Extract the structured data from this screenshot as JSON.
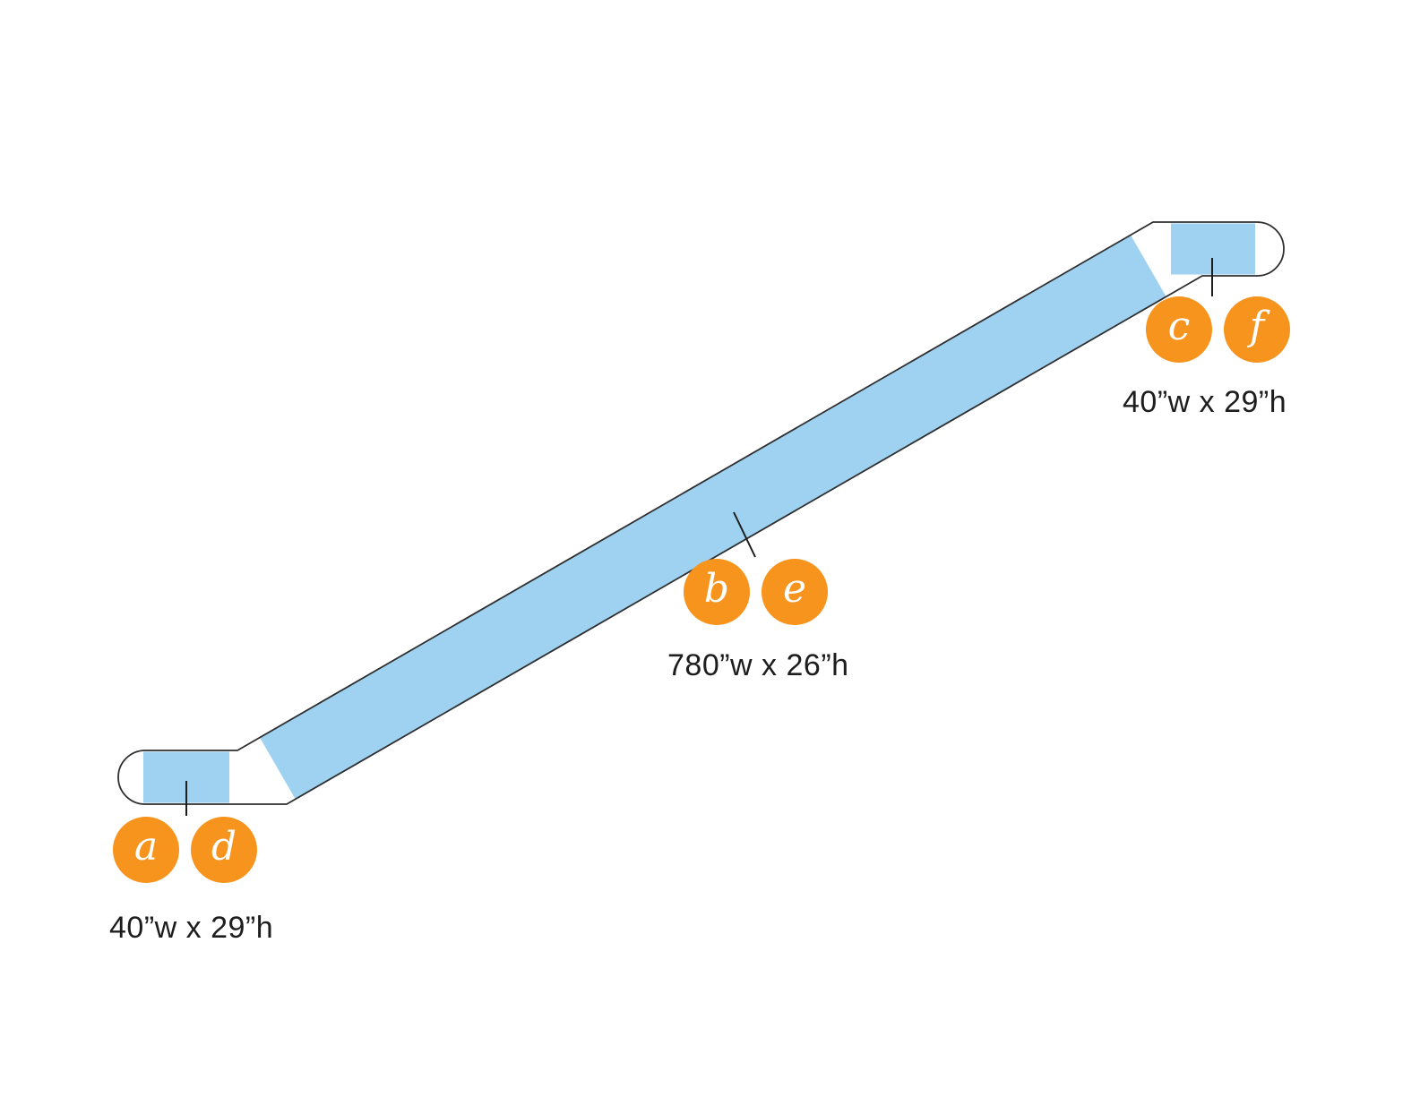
{
  "diagram": {
    "title": "escalator-side-view-ad-zones",
    "colors": {
      "zone_blue": "#9FD1F1",
      "badge_orange": "#F7941E",
      "outline": "#2f2f2f",
      "text": "#1d1d1d",
      "background": "#ffffff"
    }
  },
  "labels": {
    "bottom_left": {
      "badges": [
        "a",
        "d"
      ],
      "dimension": "40”w x 29”h"
    },
    "middle": {
      "badges": [
        "b",
        "e"
      ],
      "dimension": "780”w x 26”h"
    },
    "top_right": {
      "badges": [
        "c",
        "f"
      ],
      "dimension": "40”w x 29”h"
    }
  }
}
